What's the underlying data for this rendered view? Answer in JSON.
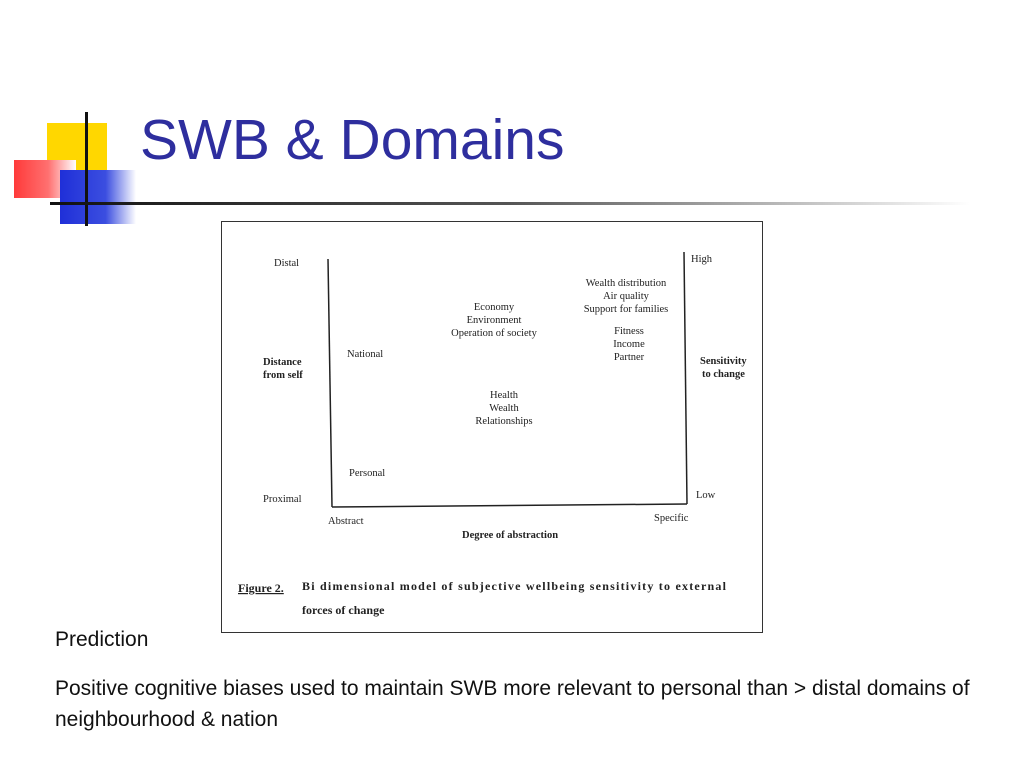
{
  "slide": {
    "title": "SWB & Domains"
  },
  "figure": {
    "y_axis_top": "Distal",
    "y_axis_bottom": "Proximal",
    "y_axis_title_line1": "Distance",
    "y_axis_title_line2": "from self",
    "x_axis_left": "Abstract",
    "x_axis_right": "Specific",
    "x_axis_title": "Degree of abstraction",
    "right_axis_top": "High",
    "right_axis_bottom": "Low",
    "right_axis_title_line1": "Sensitivity",
    "right_axis_title_line2": "to change",
    "level_national": "National",
    "level_personal": "Personal",
    "group_society": [
      "Economy",
      "Environment",
      "Operation of society"
    ],
    "group_distribution": [
      "Wealth distribution",
      "Air quality",
      "Support for families"
    ],
    "group_fitness": [
      "Fitness",
      "Income",
      "Partner"
    ],
    "group_health": [
      "Health",
      "Wealth",
      "Relationships"
    ],
    "caption_label": "Figure 2.",
    "caption_line1": "Bi dimensional model of subjective wellbeing sensitivity to external",
    "caption_line2": "forces of change"
  },
  "prediction": {
    "heading": "Prediction",
    "body": " Positive cognitive biases used to maintain SWB more relevant to  personal than > distal domains of neighbourhood & nation"
  }
}
